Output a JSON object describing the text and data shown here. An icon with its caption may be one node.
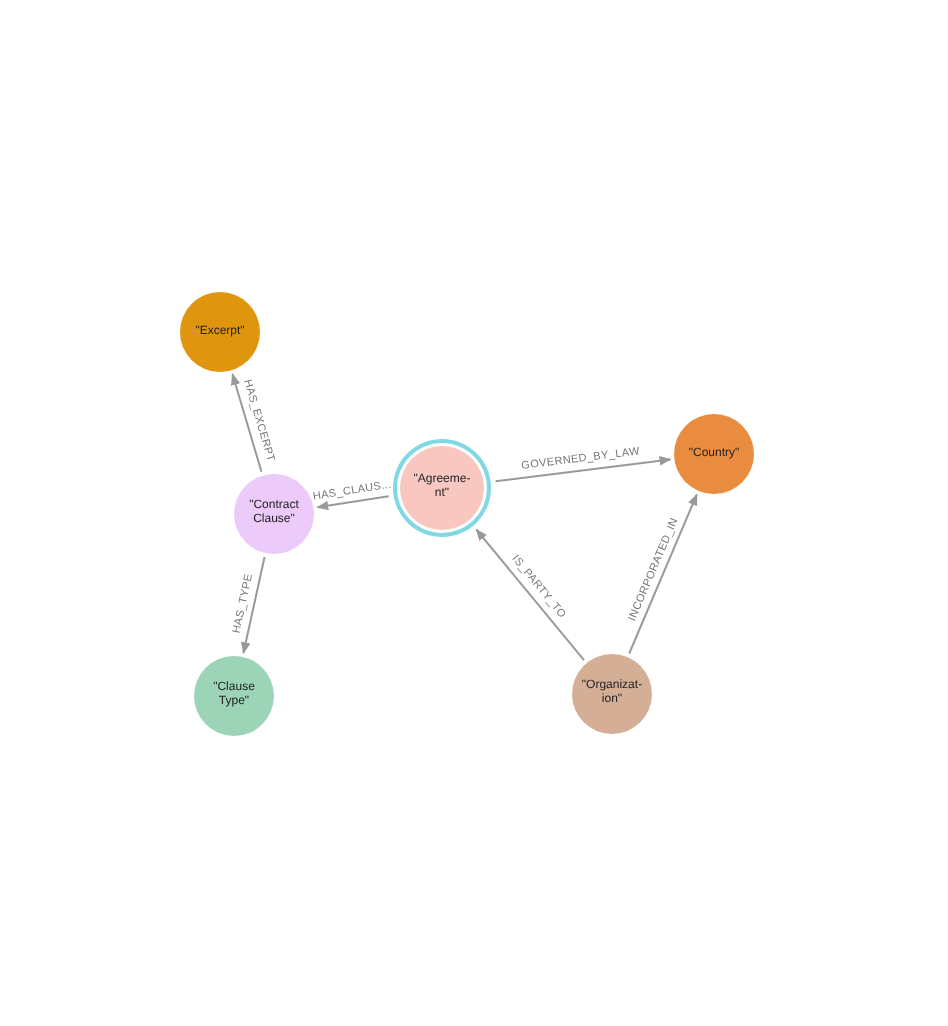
{
  "diagram": {
    "nodes": [
      {
        "text": [
          "\"Excerpt\""
        ]
      },
      {
        "text": [
          "\"Contract Clause\""
        ]
      },
      {
        "text": [
          "\"Agreeme- nt\""
        ]
      },
      {
        "text": [
          "\"Country\""
        ]
      },
      {
        "text": [
          "\"Clause Type\""
        ]
      },
      {
        "text": [
          "\"Organizat- ion\""
        ]
      }
    ],
    "edges": [
      {
        "from": 2,
        "to": 1,
        "arrow": "to",
        "label": "HAS_CLAUS..."
      },
      {
        "from": 1,
        "to": 0,
        "arrow": "to",
        "label": "HAS_EXCERPT"
      },
      {
        "from": 1,
        "to": 4,
        "arrow": "to",
        "label": "HAS_TYPE"
      },
      {
        "from": 2,
        "to": 3,
        "arrow": "to",
        "label": "GOVERNED_BY_LAW"
      },
      {
        "from": 5,
        "to": 2,
        "arrow": "to",
        "label": "IS_PARTY_TO"
      },
      {
        "from": 5,
        "to": 3,
        "arrow": "to",
        "label": "INCORPORATED_IN"
      }
    ]
  }
}
